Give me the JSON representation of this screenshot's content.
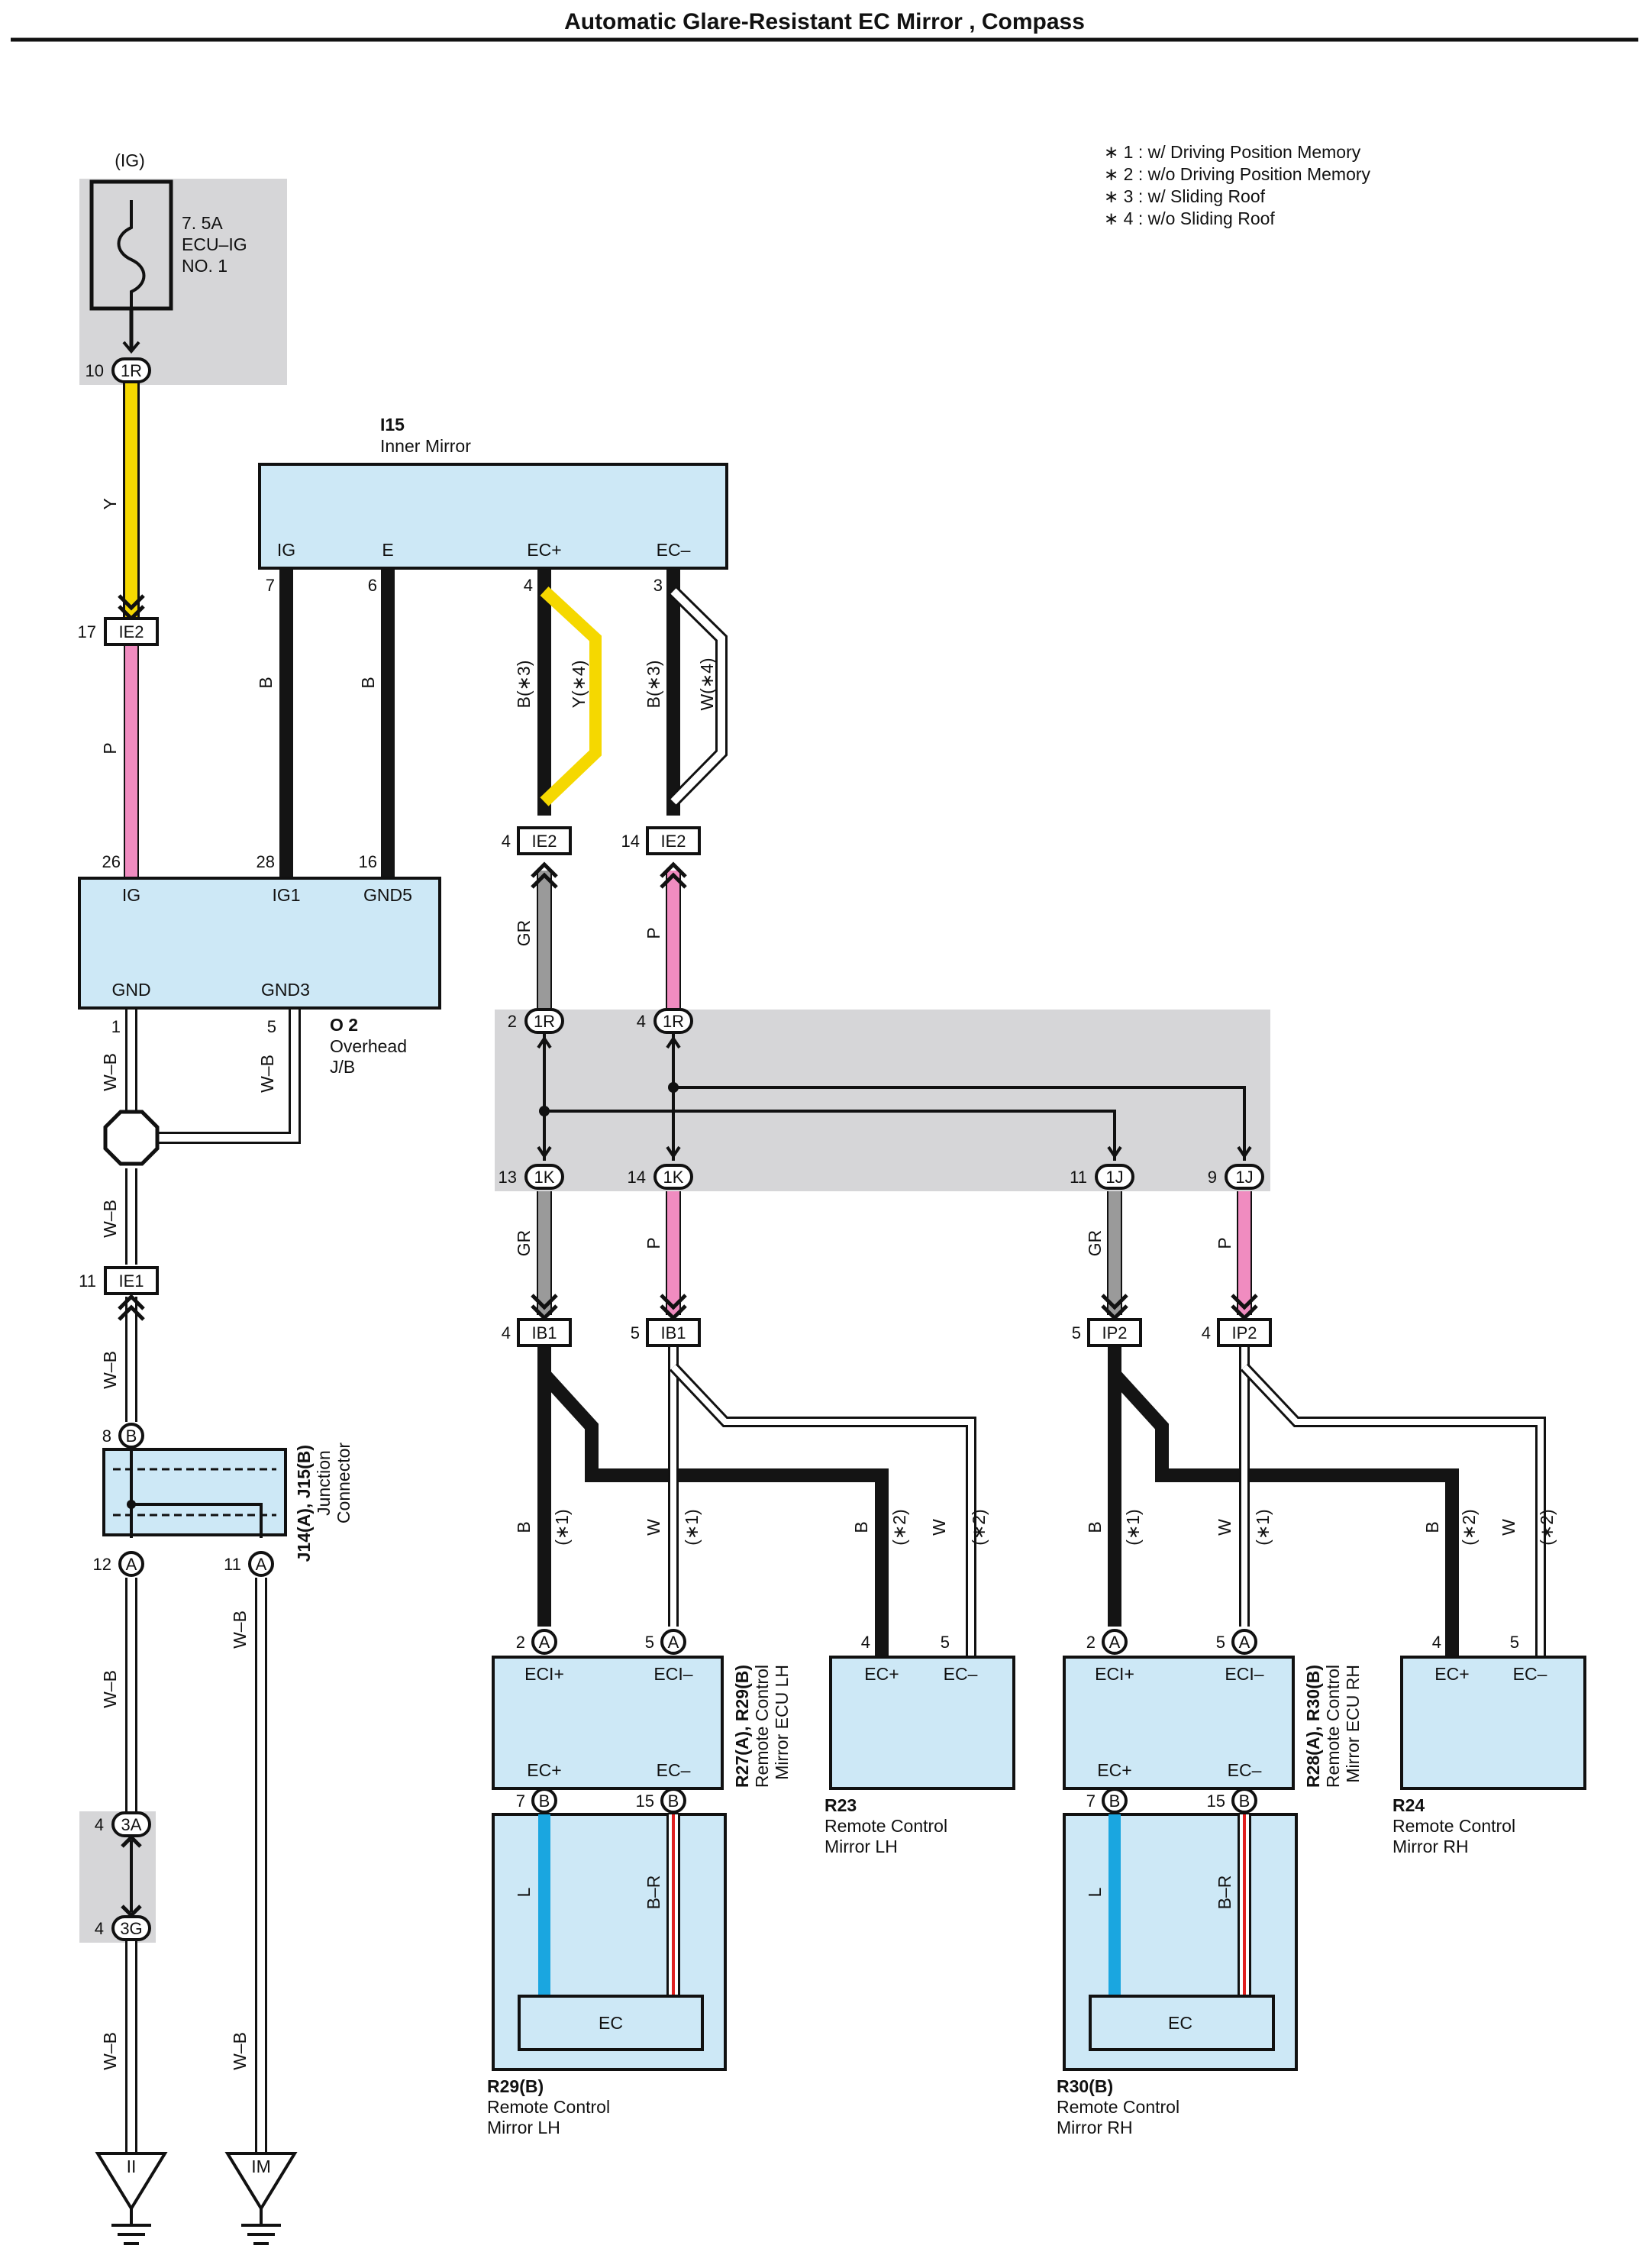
{
  "title": "Automatic Glare-Resistant EC Mirror , Compass",
  "notes": [
    "∗ 1 : w/ Driving Position Memory",
    "∗ 2 : w/o Driving Position Memory",
    "∗ 3 : w/ Sliding Roof",
    "∗ 4 : w/o Sliding Roof"
  ],
  "colors": {
    "Y": "#f5d800",
    "P": "#f08cc0",
    "B": "#141414",
    "GR": "#9a9a9a",
    "W": "#ffffff",
    "L": "#1aa6e0",
    "R": "#e02020",
    "box": "#cde8f6",
    "shade": "#d6d6d8"
  },
  "fuse": {
    "source": "(IG)",
    "line1": "7. 5A",
    "line2": "ECU–IG",
    "line3": "NO. 1",
    "pin": "10",
    "conn": "1R"
  },
  "wire_labels": {
    "y": "Y",
    "p": "P",
    "b": "B",
    "wb": "W–B",
    "gr": "GR",
    "w": "W",
    "l": "L",
    "br": "B–R",
    "b3": "B(∗3)",
    "y4": "Y(∗4)",
    "w4": "W(∗4)",
    "s1": "(∗1)",
    "s2": "(∗2)"
  },
  "i15": {
    "code": "I15",
    "name": "Inner Mirror",
    "pins": [
      "IG",
      "E",
      "EC+",
      "EC–"
    ],
    "nums": [
      "7",
      "6",
      "4",
      "3"
    ]
  },
  "o2": {
    "code": "O 2",
    "name1": "Overhead",
    "name2": "J/B",
    "pins_top": [
      "IG",
      "IG1",
      "GND5"
    ],
    "nums_top": [
      "26",
      "28",
      "16"
    ],
    "pins_bottom": [
      "GND",
      "GND3"
    ],
    "nums_bottom": [
      "1",
      "5"
    ]
  },
  "connectors": {
    "ie2_17": {
      "num": "17",
      "name": "IE2"
    },
    "ie2_4": {
      "num": "4",
      "name": "IE2"
    },
    "ie2_14": {
      "num": "14",
      "name": "IE2"
    },
    "ie1": {
      "num": "11",
      "name": "IE1"
    },
    "r1_2": {
      "num": "2",
      "name": "1R"
    },
    "r1_4": {
      "num": "4",
      "name": "1R"
    },
    "k1_13": {
      "num": "13",
      "name": "1K"
    },
    "k1_14": {
      "num": "14",
      "name": "1K"
    },
    "j1_11": {
      "num": "11",
      "name": "1J"
    },
    "j1_9": {
      "num": "9",
      "name": "1J"
    },
    "ib1_4": {
      "num": "4",
      "name": "IB1"
    },
    "ib1_5": {
      "num": "5",
      "name": "IB1"
    },
    "ip2_5": {
      "num": "5",
      "name": "IP2"
    },
    "ip2_4": {
      "num": "4",
      "name": "IP2"
    },
    "a3": {
      "num": "4",
      "name": "3A"
    },
    "g3": {
      "num": "4",
      "name": "3G"
    }
  },
  "junction": {
    "code": "J14(A), J15(B)",
    "name1": "Junction",
    "name2": "Connector",
    "top_pin": "8",
    "top_letter": "B",
    "left_pin": "12",
    "left_letter": "A",
    "right_pin": "11",
    "right_letter": "A"
  },
  "ground": {
    "left": "II",
    "right": "IM"
  },
  "ecu_lh": {
    "code": "R27(A), R29(B)",
    "name1": "Remote Control",
    "name2": "Mirror ECU LH",
    "pins": [
      "ECI+",
      "ECI–",
      "EC+",
      "EC–"
    ],
    "pin_nums": [
      "2",
      "5",
      "7",
      "15"
    ],
    "pin_letters": [
      "A",
      "A",
      "B",
      "B"
    ]
  },
  "ecu_rh": {
    "code": "R28(A), R30(B)",
    "name1": "Remote Control",
    "name2": "Mirror ECU RH",
    "pins": [
      "ECI+",
      "ECI–",
      "EC+",
      "EC–"
    ],
    "pin_nums": [
      "2",
      "5",
      "7",
      "15"
    ],
    "pin_letters": [
      "A",
      "A",
      "B",
      "B"
    ]
  },
  "r23": {
    "code": "R23",
    "name1": "Remote Control",
    "name2": "Mirror LH",
    "pins": [
      "EC+",
      "EC–"
    ],
    "nums": [
      "4",
      "5"
    ]
  },
  "r24": {
    "code": "R24",
    "name1": "Remote Control",
    "name2": "Mirror RH",
    "pins": [
      "EC+",
      "EC–"
    ],
    "nums": [
      "4",
      "5"
    ]
  },
  "r29": {
    "code": "R29(B)",
    "name1": "Remote Control",
    "name2": "Mirror LH",
    "ec": "EC"
  },
  "r30": {
    "code": "R30(B)",
    "name1": "Remote Control",
    "name2": "Mirror RH",
    "ec": "EC"
  }
}
